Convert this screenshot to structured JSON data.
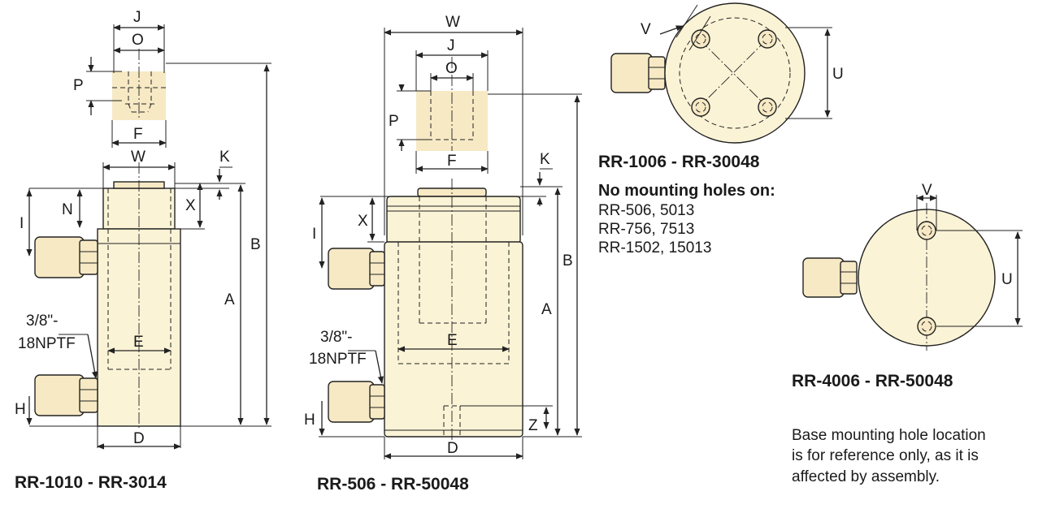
{
  "drawings": {
    "left": {
      "title": "RR-1010 - RR-3014",
      "labels": {
        "J": "J",
        "O": "O",
        "P": "P",
        "F": "F",
        "W": "W",
        "K": "K",
        "N": "N",
        "X": "X",
        "I": "I",
        "B": "B",
        "A": "A",
        "E": "E",
        "H": "H",
        "D": "D"
      },
      "port_note": [
        "3/8\"-",
        "18NPTF"
      ]
    },
    "middle": {
      "title": "RR-506 - RR-50048",
      "labels": {
        "W": "W",
        "J": "J",
        "O": "O",
        "P": "P",
        "F": "F",
        "K": "K",
        "X": "X",
        "I": "I",
        "B": "B",
        "A": "A",
        "E": "E",
        "H": "H",
        "D": "D",
        "Z": "Z"
      },
      "port_note": [
        "3/8\"-",
        "18NPTF"
      ]
    },
    "top_right": {
      "title": "RR-1006 - RR-30048",
      "labels": {
        "V": "V",
        "U": "U"
      }
    },
    "bottom_right": {
      "title": "RR-4006 - RR-50048",
      "labels": {
        "V": "V",
        "U": "U"
      }
    }
  },
  "notes": {
    "no_mount_heading": "No mounting holes on:",
    "no_mount_models": [
      "RR-506, 5013",
      "RR-756, 7513",
      "RR-1502, 15013"
    ],
    "base_note": [
      "Base mounting hole location",
      "is for reference only, as it is",
      "affected by assembly."
    ]
  },
  "colors": {
    "body_fill": "#fbf3d6",
    "port_fill": "#f6e9c4",
    "line": "#222222"
  }
}
